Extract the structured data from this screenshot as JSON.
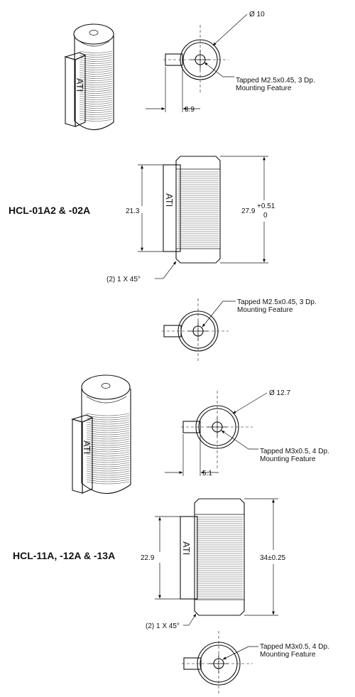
{
  "models": [
    {
      "title": "HCL-01A2 & -02A",
      "dia_label": "Ø 10",
      "tab_offset_label": "3.9",
      "tap_top": [
        "Tapped M2.5x0.45, 3 Dp.",
        "Mounting Feature"
      ],
      "tap_bottom": [
        "Tapped M2.5x0.45, 3 Dp.",
        "Mounting Feature"
      ],
      "tab_height_label": "21.3",
      "length_value": "27.9",
      "length_tol_upper": "+0.51",
      "length_tol_lower": "0",
      "chamfer_label": "(2) 1 X 45°",
      "logo_text": "ATI"
    },
    {
      "title": "HCL-11A, -12A & -13A",
      "dia_label": "Ø 12.7",
      "tab_offset_label": "5.1",
      "tap_top": [
        "Tapped M3x0.5, 4 Dp.",
        "Mounting Feature"
      ],
      "tap_bottom": [
        "Tapped M3x0.5, 4 Dp.",
        "Mounting Feature"
      ],
      "tab_height_label": "22.9",
      "length_label": "34±0.25",
      "chamfer_label": "(2) 1 X 45°",
      "logo_text": "ATI"
    }
  ]
}
